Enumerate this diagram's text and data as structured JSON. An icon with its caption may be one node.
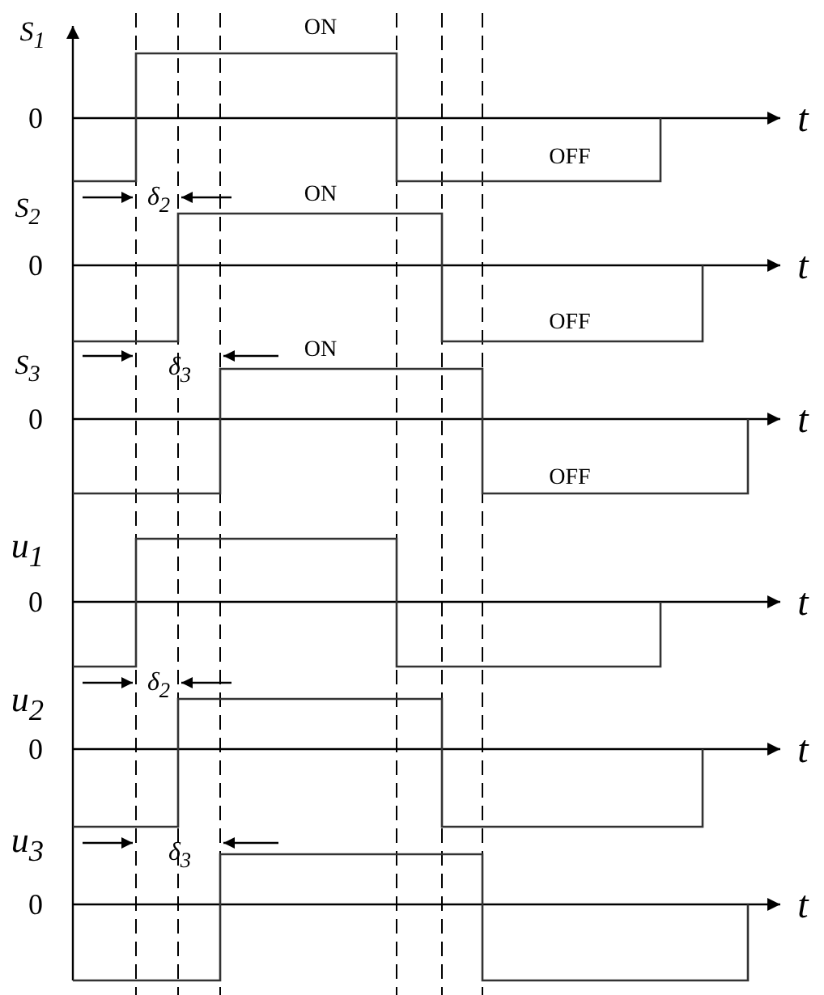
{
  "diagram": {
    "labels": [
      "S$_{1}$",
      "ON",
      "0",
      "t",
      "OFF",
      "δ$_{2}$",
      "ON",
      "S$_{2}$",
      "0",
      "t",
      "OFF",
      "ON",
      "S$_{3}$",
      "δ$_{3}$",
      "0",
      "t",
      "OFF",
      "u$_{1}$",
      "0",
      "t",
      "δ$_{2}$",
      "u$_{2}$",
      "0",
      "t",
      "u$_{3}$",
      "δ$_{3}$",
      "0",
      "t"
    ]
  }
}
